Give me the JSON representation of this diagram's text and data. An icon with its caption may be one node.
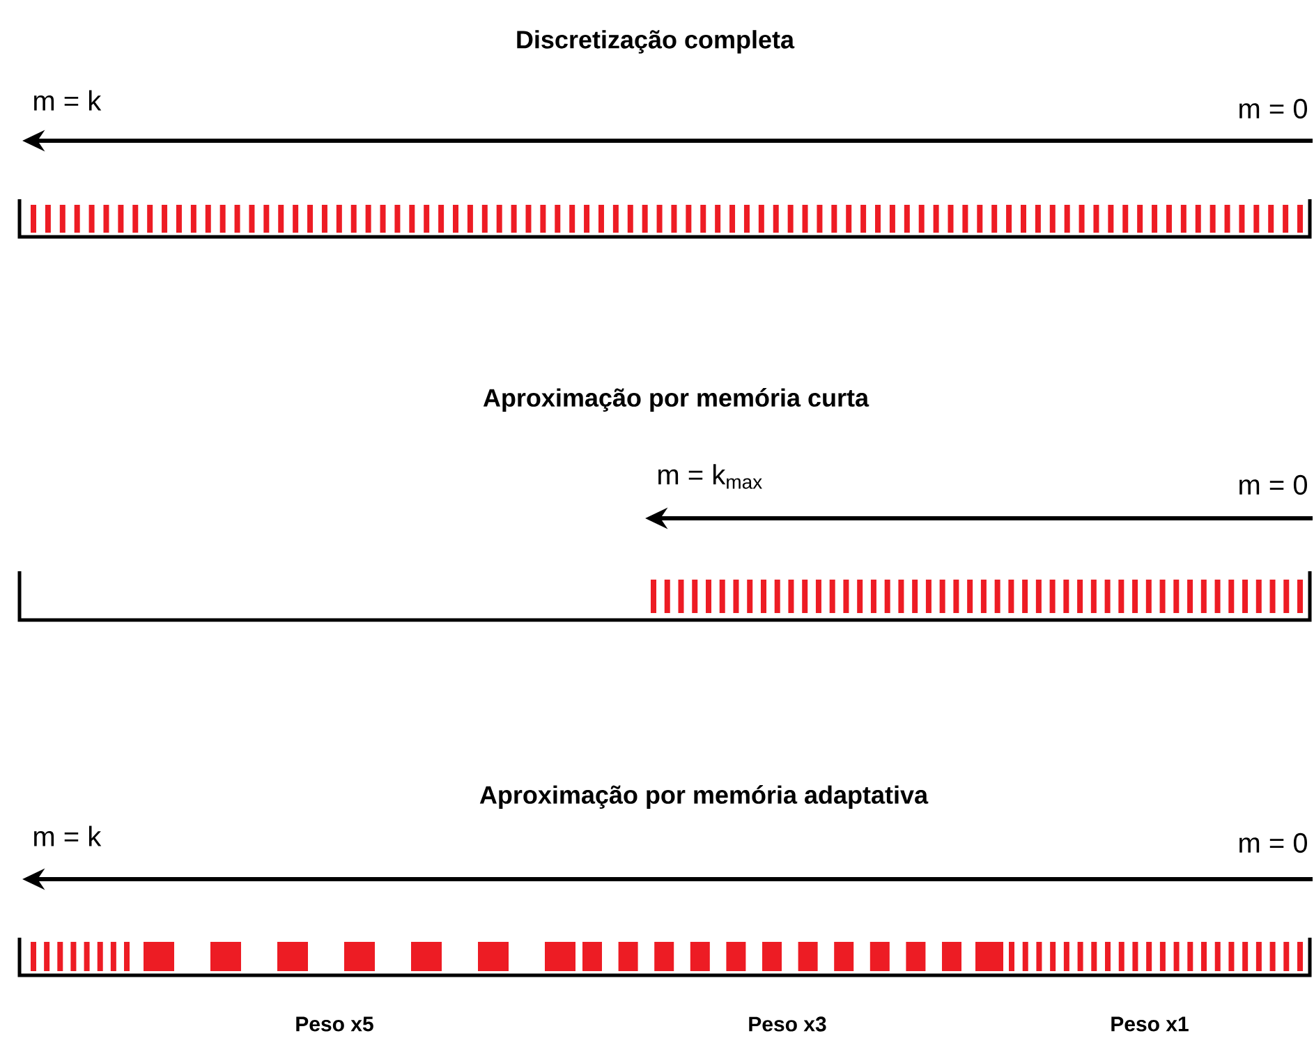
{
  "diagram": {
    "labels": [
      "Discretização completa",
      "m = k",
      "m = 0",
      "Aproximação por memória curta",
      "m = k$_{max}$",
      "m = 0",
      "Aproximação por memória adaptativa",
      "m = k",
      "m = 0",
      "Peso x5",
      "Peso x3",
      "Peso x1"
    ]
  }
}
